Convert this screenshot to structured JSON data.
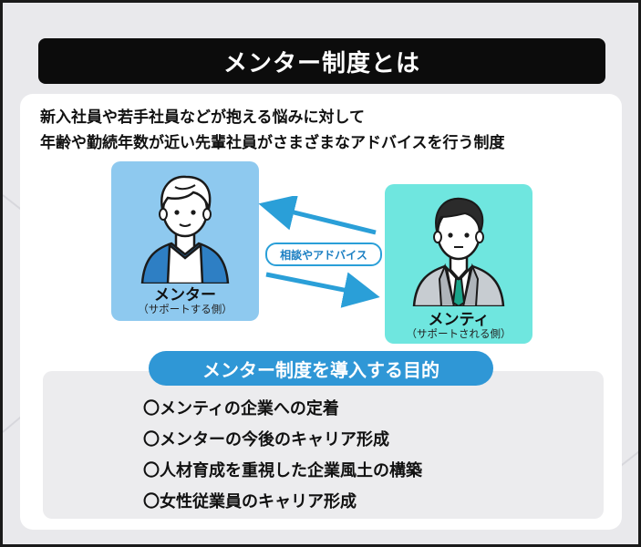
{
  "title": "メンター制度とは",
  "intro": {
    "line1": "新入社員や若手社員などが抱える悩みに対して",
    "line2": "年齢や勤続年数が近い先輩社員がさまざまなアドバイスを行う制度"
  },
  "mentor": {
    "name": "メンター",
    "role": "（サポートする側）"
  },
  "mentee": {
    "name": "メンティ",
    "role": "（サポートされる側）"
  },
  "relation_label": "相談やアドバイス",
  "purpose": {
    "header": "メンター制度を導入する目的",
    "items": [
      "〇メンティの企業への定着",
      "〇メンターの今後のキャリア形成",
      "〇人材育成を重視した企業風土の構築",
      "〇女性従業員のキャリア形成"
    ]
  },
  "colors": {
    "title_bg": "#0c0c0c",
    "accent_blue": "#2f97d6",
    "mentor_bg": "#8ec9ef",
    "mentee_bg": "#6fe6df",
    "frame_bg": "#e9e9ec"
  }
}
